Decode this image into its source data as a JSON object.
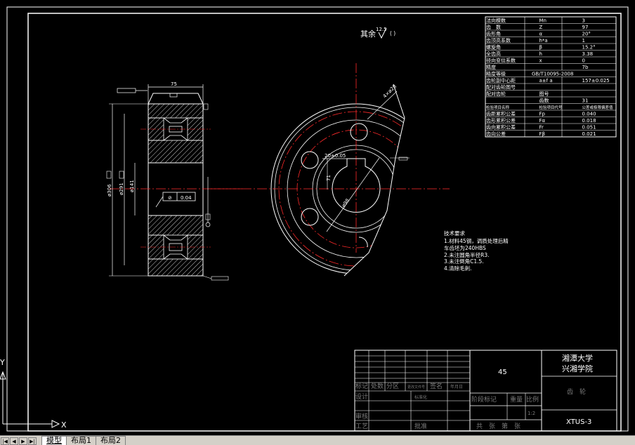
{
  "drawing": {
    "finish_label": "其余",
    "finish_value": "12.5",
    "finish_paren": "( )",
    "width_dim": "75",
    "flatness": "0.04",
    "tech_title": "技术要求",
    "tech_lines": [
      "1.材料45钢，调质处理后精",
      "车齿坯为240HBS",
      "2.未注圆角半径R3.",
      "3.未注倒角C1.5.",
      "4.清除毛刺."
    ],
    "keyway_dim": "20±0.05",
    "bore_dim": "71"
  },
  "param_table": {
    "rows": [
      [
        "法向模数",
        "Mn",
        "3"
      ],
      [
        "齿　数",
        "Z",
        "97"
      ],
      [
        "齿形角",
        "α",
        "20°"
      ],
      [
        "齿顶高系数",
        "h*a",
        "1"
      ],
      [
        "螺旋角",
        "β",
        "15.2°"
      ],
      [
        "全齿高",
        "h",
        "3.38"
      ],
      [
        "径向变位系数",
        "x",
        "0"
      ],
      [
        "精度",
        "",
        "7b"
      ],
      [
        "精度等级",
        "GB/T10095-2008",
        ""
      ],
      [
        "齿轮副中心距",
        "a±f a",
        "157±0.025"
      ],
      [
        "配对齿轮图号",
        "",
        ""
      ],
      [
        "配对齿轮",
        "图号",
        ""
      ],
      [
        "",
        "齿数",
        "31"
      ],
      [
        "检验项目名称",
        "检验项目代号",
        "公差或极限偏差值"
      ],
      [
        "齿距累积公差",
        "Fp",
        "0.040"
      ],
      [
        "齿形累积公差",
        "Fα",
        "0.018"
      ],
      [
        "齿向累积公差",
        "Fr",
        "0.051"
      ],
      [
        "齿向公差",
        "Fβ",
        "0.021"
      ]
    ]
  },
  "title_block": {
    "university": "湘潭大学",
    "college": "兴湘学院",
    "part_name": "齿　轮",
    "drawing_no": "XTUS-3",
    "number": "45",
    "scale": "1:2",
    "row_labels": [
      "标记",
      "处数",
      "分区",
      "更改文件号",
      "签名",
      "年月日"
    ],
    "design": "设计",
    "standardize": "标准化",
    "review": "审核",
    "process": "工艺",
    "approve": "批准",
    "stage_mark": "阶段标记",
    "weight": "重量",
    "ratio": "比例",
    "total": "共　张　第　张"
  },
  "ucs": {
    "x_label": "X",
    "y_label": "Y"
  },
  "tabs": [
    {
      "label": "模型",
      "active": true
    },
    {
      "label": "布局1",
      "active": false
    },
    {
      "label": "布局2",
      "active": false
    }
  ],
  "colors": {
    "background": "#000000",
    "line": "#ffffff",
    "center": "#ff2a2a",
    "hatch": "#ffffff"
  }
}
